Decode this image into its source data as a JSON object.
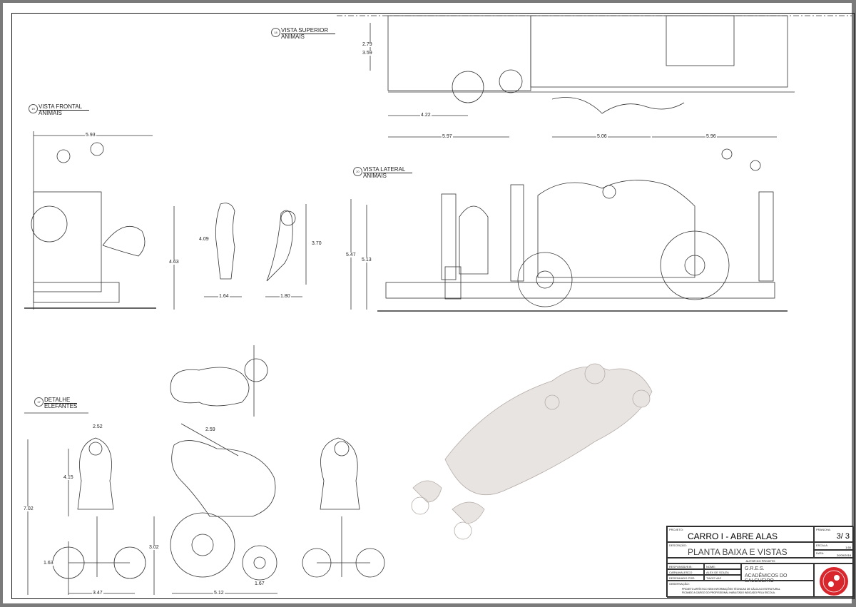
{
  "views": {
    "top": {
      "number": "18",
      "title": "VISTA SUPERIOR",
      "subtitle": "ANIMAIS"
    },
    "front": {
      "number": "19",
      "title": "VISTA FRONTAL",
      "subtitle": "ANIMAIS"
    },
    "side": {
      "number": "20",
      "title": "VISTA LATERAL",
      "subtitle": "ANIMAIS"
    },
    "elephants": {
      "number": "17",
      "title": "DETALHE",
      "subtitle": "ELEFANTES"
    }
  },
  "dimensions": {
    "top": [
      "2.79",
      "3.59",
      "4.22",
      "5.97",
      "5.06",
      "5.96"
    ],
    "front": [
      "5.93",
      "4.63",
      "4.09",
      "1.64",
      "3.70",
      "1.80"
    ],
    "side": [
      "5.47",
      "5.13"
    ],
    "elephants": [
      "2.52",
      "4.15",
      "7.02",
      "1.63",
      "3.47",
      "2.59",
      "3.02",
      "5.12",
      "1.67"
    ]
  },
  "title_block": {
    "project_label": "PROJETO:",
    "project": "CARRO I - ABRE ALAS",
    "sheet_label": "PRANCHA:",
    "sheet": "3/ 3",
    "description_label": "DESCRIÇÃO:",
    "description": "PLANTA BAIXA E VISTAS",
    "scale_label": "ESCALA:",
    "scale": "1:50",
    "date_label": "DATA:",
    "date": "20/09/2018",
    "author_header": "AUTOR DO PROJETO",
    "responsible_label": "RESPONSÁVEIS:",
    "name_label": "NOME:",
    "role1": "CARNAVALESCO",
    "name1": "ALEX DE SOUZA",
    "role2": "DESENHADO POR:",
    "name2": "TIAGO VAZ",
    "school_line1": "G.R.E.S.",
    "school_line2": "ACADÊMICOS DO SALGUEIRO",
    "notes_label": "OBSERVAÇÃO:",
    "notes_line1": "PROJETO ARTÍSTICO SEM INFORMAÇÕES TÉCNICAS DE CÁLCULO ESTRUTURAL",
    "notes_line2": "FICANDO A CARGO DO PROFISSIONAL HABILITADO INDICADO PELA ESCOLA.",
    "seal_color": "#d8262c"
  }
}
